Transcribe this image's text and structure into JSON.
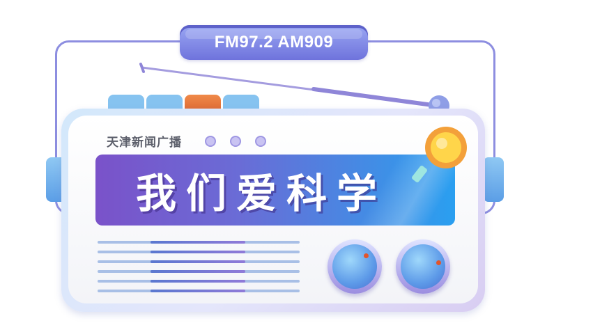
{
  "frequency_tag": "FM97.2 AM909",
  "station_name": "天津新闻广播",
  "show_title": "我们爱科学",
  "colors": {
    "frame": "#8d8ee0",
    "tag": "#7b80e3",
    "banner_start": "#7a52c9",
    "banner_end": "#2a9ff0",
    "accent_button": "#e8703a",
    "knob": "#5d9ae8"
  },
  "icons": [
    "antenna-icon",
    "magnifier-icon",
    "knob-icon",
    "indicator-dot-icon"
  ]
}
